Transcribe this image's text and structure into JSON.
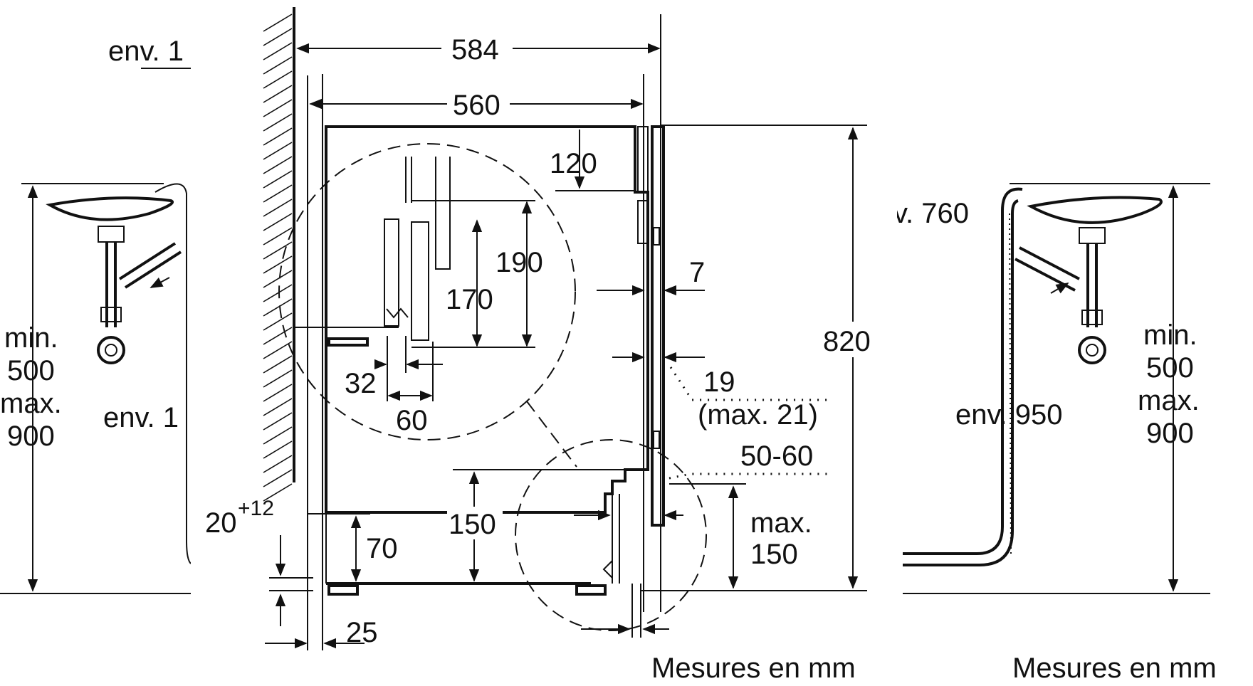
{
  "labels": {
    "env_left_top": "env. 1",
    "env_left_mid": "env. 1",
    "env_right_top": "v. 760",
    "env_right_mid": "env. 950",
    "width_584": "584",
    "width_560": "560",
    "height_820": "820",
    "depth_120": "120",
    "depth_190": "190",
    "depth_170": "170",
    "gap_7": "7",
    "gap_19": "19",
    "gap_19_max": "(max. 21)",
    "range_50_60": "50-60",
    "max_label": "max.",
    "max_150": "150",
    "dim_150": "150",
    "dim_32": "32",
    "dim_60": "60",
    "dim_70": "70",
    "dim_25": "25",
    "dim_20": "20",
    "dim_plus12": "+12",
    "left_min": "min.",
    "left_500": "500",
    "left_max": "max.",
    "left_900": "900",
    "right_min": "min.",
    "right_500": "500",
    "right_max": "max.",
    "right_900": "900",
    "units_left": "Mesures en mm",
    "units_right": "Mesures en mm"
  },
  "colors": {
    "line": "#111111",
    "background": "#ffffff"
  }
}
